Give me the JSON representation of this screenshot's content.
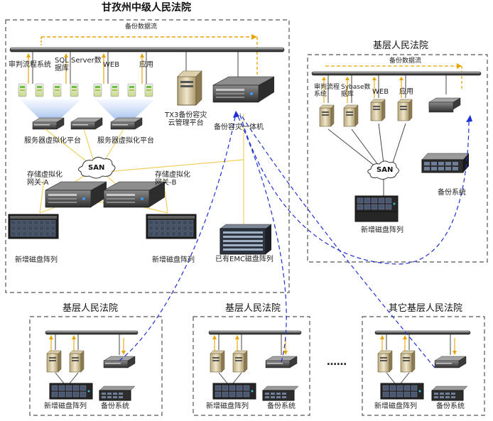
{
  "main": {
    "title": "甘孜州中级人民法院",
    "backup_flow": "备份数据流",
    "apps": [
      "审判流程系统",
      "SQL Server数\n据库",
      "WEB",
      "应用"
    ],
    "tx3": "TX3备份容灾\n云管理平台",
    "backup_appliance": "备份容灾一体机",
    "virt_platform_1": "服务器虚拟化平台",
    "virt_platform_2": "服务器虚拟化平台",
    "san": "SAN",
    "gateway_a": "存储虚拟化\n网关-A",
    "gateway_b": "存储虚拟化\n网关-B",
    "new_array_1": "新增磁盘阵列",
    "new_array_2": "新增磁盘阵列",
    "emc_array": "已有EMC磁盘阵列"
  },
  "grassroots_right": {
    "title": "基层人民法院",
    "backup_flow": "备份数据流",
    "apps": [
      "审判流程\n系统",
      "Sybase数\n据库",
      "WEB",
      "应用"
    ],
    "san": "SAN",
    "new_array": "新增磁盘阵列",
    "backup_system": "备份系统"
  },
  "bottom_courts": [
    {
      "title": "基层人民法院",
      "new_array": "新增磁盘阵列",
      "backup_system": "备份系统"
    },
    {
      "title": "基层人民法院",
      "new_array": "新增磁盘阵列",
      "backup_system": "备份系统"
    },
    {
      "title": "其它基层人民法院",
      "new_array": "新增磁盘阵列",
      "backup_system": "备份系统"
    }
  ],
  "ellipsis": "……",
  "colors": {
    "dash_border": "#555555",
    "blue_dash": "#1f2fd0",
    "orange_flow": "#e8a400",
    "wire_yellow": "#f0d060",
    "bus": "#2a2a2a"
  }
}
